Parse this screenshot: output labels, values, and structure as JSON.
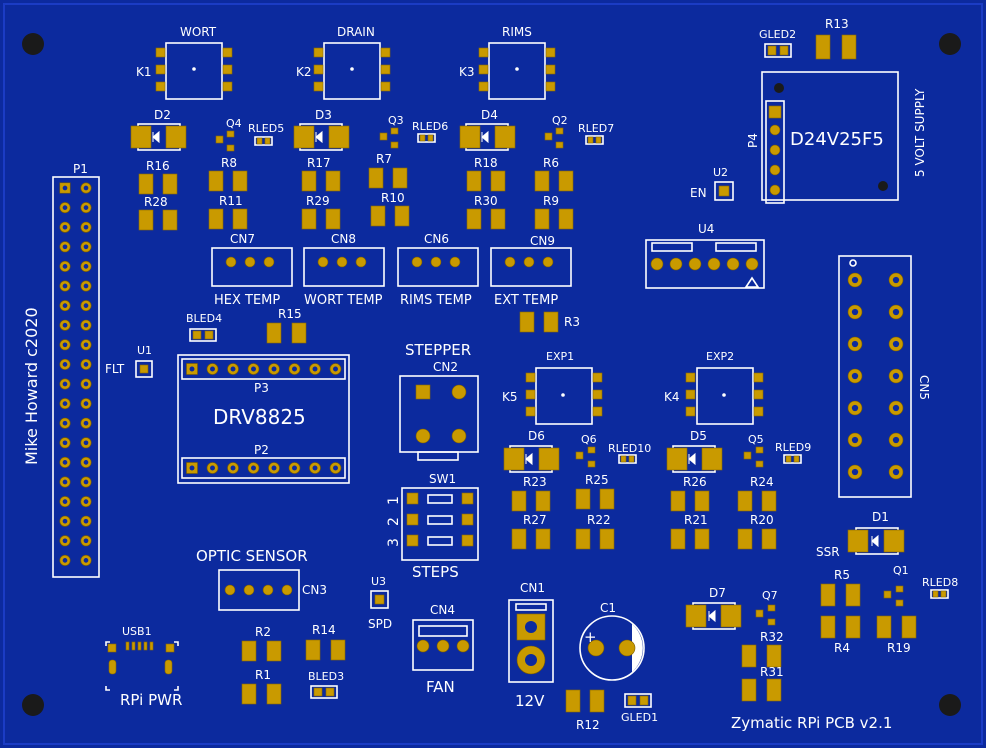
{
  "board": {
    "title": "Zymatic RPi PCB v2.1",
    "author": "Mike Howard c2020",
    "colors": {
      "board": "#0c2a9e",
      "copper": "#c99a00",
      "silk": "#ffffff"
    }
  },
  "labels": {
    "wort_top": "WORT",
    "drain_top": "DRAIN",
    "rims_top": "RIMS",
    "k1": "K1",
    "k2": "K2",
    "k3": "K3",
    "k4": "K4",
    "k5": "K5",
    "d1": "D1",
    "d2": "D2",
    "d3": "D3",
    "d4": "D4",
    "d5": "D5",
    "d6": "D6",
    "d7": "D7",
    "q1": "Q1",
    "q2": "Q2",
    "q3": "Q3",
    "q4": "Q4",
    "q5": "Q5",
    "q6": "Q6",
    "q7": "Q7",
    "rled5": "RLED5",
    "rled6": "RLED6",
    "rled7": "RLED7",
    "rled8": "RLED8",
    "rled9": "RLED9",
    "rled10": "RLED10",
    "r1": "R1",
    "r2": "R2",
    "r3": "R3",
    "r4": "R4",
    "r5": "R5",
    "r6": "R6",
    "r7": "R7",
    "r8": "R8",
    "r9": "R9",
    "r10": "R10",
    "r11": "R11",
    "r12": "R12",
    "r13": "R13",
    "r14": "R14",
    "r15": "R15",
    "r16": "R16",
    "r17": "R17",
    "r18": "R18",
    "r19": "R19",
    "r20": "R20",
    "r21": "R21",
    "r22": "R22",
    "r23": "R23",
    "r24": "R24",
    "r25": "R25",
    "r26": "R26",
    "r27": "R27",
    "r28": "R28",
    "r29": "R29",
    "r30": "R30",
    "r31": "R31",
    "r32": "R32",
    "cn1": "CN1",
    "cn2": "CN2",
    "cn3": "CN3",
    "cn4": "CN4",
    "cn5": "CN5",
    "cn6": "CN6",
    "cn7": "CN7",
    "cn8": "CN8",
    "cn9": "CN9",
    "hex_temp": "HEX TEMP",
    "wort_temp": "WORT TEMP",
    "rims_temp": "RIMS TEMP",
    "ext_temp": "EXT TEMP",
    "exp1": "EXP1",
    "exp2": "EXP2",
    "p1": "P1",
    "p2": "P2",
    "p3": "P3",
    "p4": "P4",
    "u1": "U1",
    "u2": "U2",
    "u3": "U3",
    "u4": "U4",
    "flt": "FLT",
    "en": "EN",
    "spd": "SPD",
    "bled3": "BLED3",
    "bled4": "BLED4",
    "gled1": "GLED1",
    "gled2": "GLED2",
    "drv": "DRV8825",
    "stepper": "STEPPER",
    "sw1": "SW1",
    "steps": "STEPS",
    "sw_1": "1",
    "sw_2": "2",
    "sw_3": "3",
    "optic": "OPTIC SENSOR",
    "fan": "FAN",
    "v12": "12V",
    "c1": "C1",
    "plus": "+",
    "usb1": "USB1",
    "rpi_pwr": "RPi PWR",
    "ssr": "SSR",
    "d24": "D24V25F5",
    "five_volt": "5 VOLT SUPPLY"
  }
}
